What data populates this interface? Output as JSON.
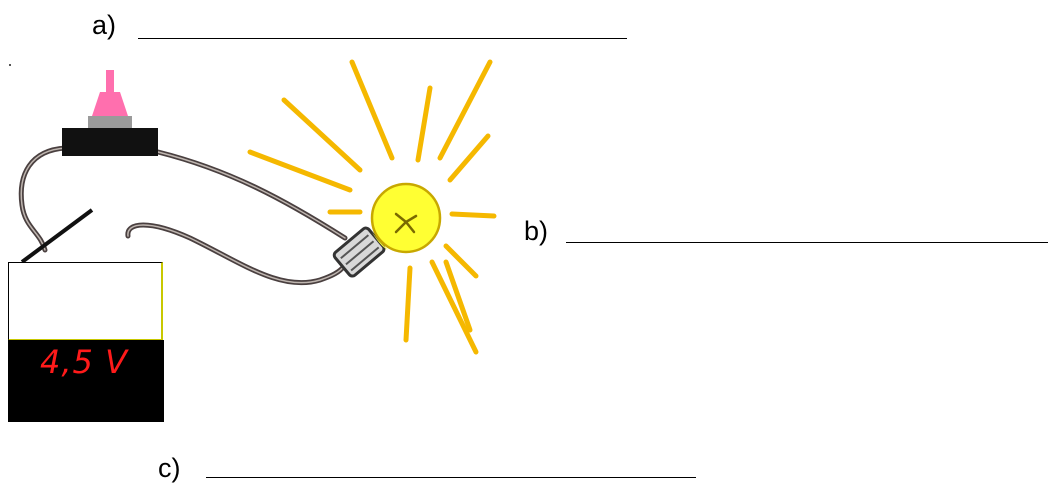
{
  "labels": {
    "a": "a)",
    "b": "b)",
    "c": "c)"
  },
  "battery": {
    "voltage": "4,5 V"
  },
  "colors": {
    "wire": "#4a4040",
    "bulb_glass": "#ffff33",
    "rays": "#f5b800",
    "switch_knob": "#ff6fae",
    "battery_display_text": "#ff1a1a"
  },
  "icons": {
    "bulb": "light-bulb-icon",
    "switch": "push-button-switch-icon",
    "battery": "battery-icon"
  }
}
